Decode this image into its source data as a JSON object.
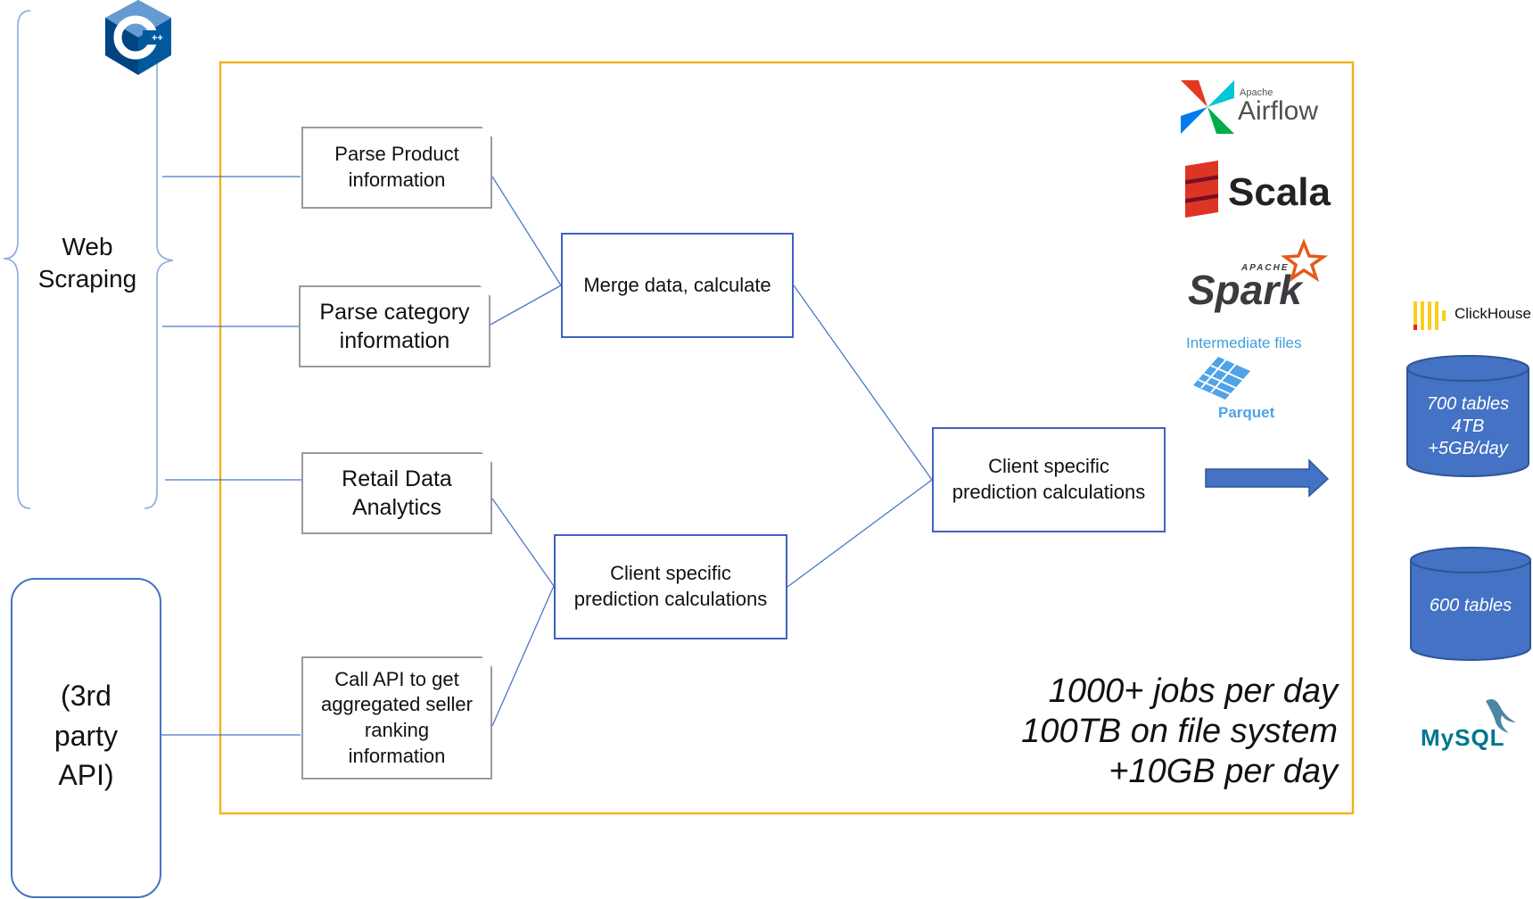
{
  "sources": {
    "web_scraping": "Web\nScraping",
    "third_party_api": "(3rd\nparty\nAPI)",
    "cpp_logo": "C++"
  },
  "pipeline": {
    "parse_product": "Parse Product information",
    "parse_category": "Parse category information",
    "retail_data": "Retail Data Analytics",
    "call_api": "Call API to get aggregated seller ranking information",
    "merge_data": "Merge data, calculate",
    "client_specific_1": "Client specific prediction calculations",
    "client_specific_2": "Client specific prediction calculations"
  },
  "tech": {
    "airflow_small": "Apache",
    "airflow": "Airflow",
    "scala": "Scala",
    "spark_small": "APACHE",
    "spark": "Spark",
    "intermediate_files": "Intermediate files",
    "parquet": "Parquet"
  },
  "stats": {
    "line1": "1000+ jobs per day",
    "line2": "100TB on file system",
    "line3": "+10GB per day"
  },
  "storage": {
    "clickhouse": "ClickHouse",
    "clickhouse_db": "700 tables\n4TB\n+5GB/day",
    "mysql_db": "600 tables",
    "mysql": "MySQL"
  },
  "colors": {
    "frame": "#f2b41c",
    "process_border": "#3d62c0",
    "connector": "#4a78c9",
    "cylinder": "#4472c4",
    "arrow": "#4472c4",
    "source_border": "#4472c4"
  }
}
